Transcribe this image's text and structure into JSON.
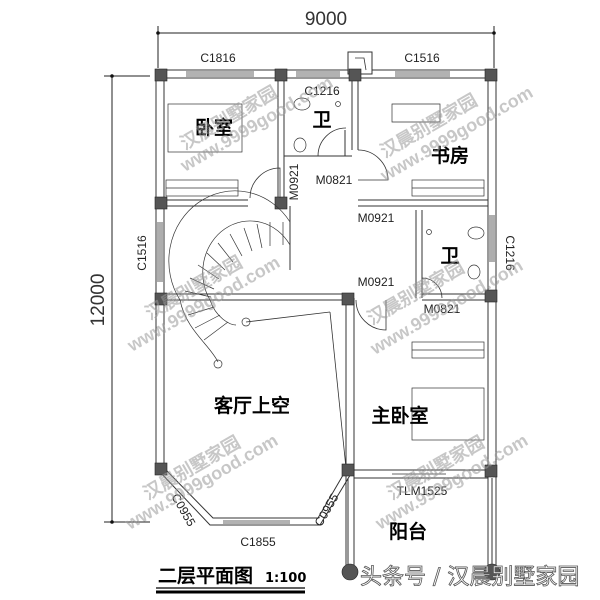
{
  "drawing": {
    "title": "二层平面图",
    "scale": "1:100"
  },
  "dimensions": {
    "width": "9000",
    "height": "12000"
  },
  "rooms": {
    "bedroom": "卧室",
    "bath_upper": "卫",
    "study": "书房",
    "bath_right": "卫",
    "living_void": "客厅上空",
    "master_bedroom": "主卧室",
    "balcony": "阳台"
  },
  "windows": {
    "top_left": "C1816",
    "top_right": "C1516",
    "bath_top": "C1216",
    "left": "C1516",
    "right": "C1216",
    "bay_left": "C0955",
    "bay_right": "C0955",
    "bay_front": "C1855"
  },
  "doors": {
    "bedroom_door": "M0921",
    "bath_upper_door": "M0821",
    "study_door": "M0921",
    "master_door": "M0921",
    "bath_right_door": "M0821",
    "balcony_door": "TLM1525"
  },
  "watermarks": {
    "brand": "汉晨别墅家园",
    "url": "www.9999good.com",
    "footer": "头条号 / 汉晨别墅家园"
  }
}
